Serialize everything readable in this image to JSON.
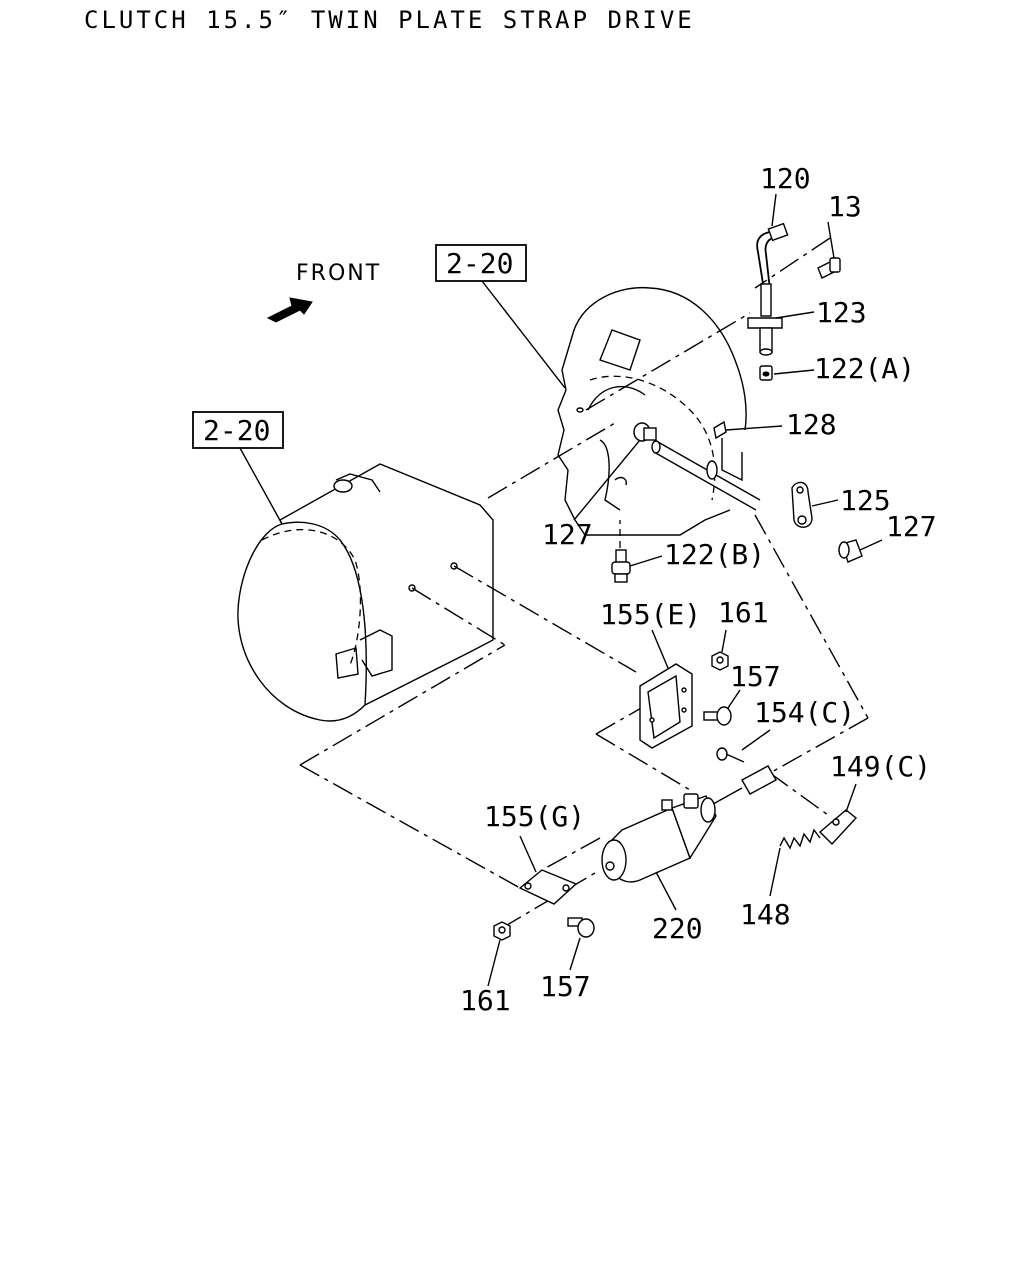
{
  "title": "CLUTCH 15.5″ TWIN PLATE STRAP DRIVE",
  "front_label": "FRONT",
  "ref_boxes": [
    "2-20",
    "2-20"
  ],
  "labels": {
    "p120": "120",
    "p13": "13",
    "p123": "123",
    "p122a": "122(A)",
    "p128": "128",
    "p125": "125",
    "p127_right": "127",
    "p127_left": "127",
    "p122b": "122(B)",
    "p155e": "155(E)",
    "p161_top": "161",
    "p157_top": "157",
    "p154c": "154(C)",
    "p149c": "149(C)",
    "p155g": "155(G)",
    "p220": "220",
    "p148": "148",
    "p161_bottom": "161",
    "p157_bottom": "157"
  }
}
